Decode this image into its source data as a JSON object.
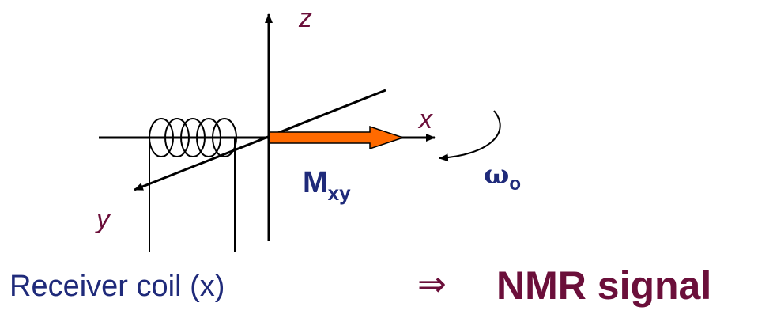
{
  "diagram": {
    "axes": {
      "z_label": "z",
      "x_label": "x",
      "y_label": "y"
    },
    "vector": {
      "symbol": "M",
      "subscript": "xy",
      "color": "#ff6a00"
    },
    "rotation": {
      "symbol": "ω",
      "subscript": "o"
    },
    "caption": {
      "coil_label": "Receiver coil (x)",
      "implies_symbol": "⇒",
      "result_label": "NMR signal"
    },
    "colors": {
      "axis_text": "#6b0f3a",
      "label_text": "#1f2a7a",
      "line": "#000000"
    }
  }
}
